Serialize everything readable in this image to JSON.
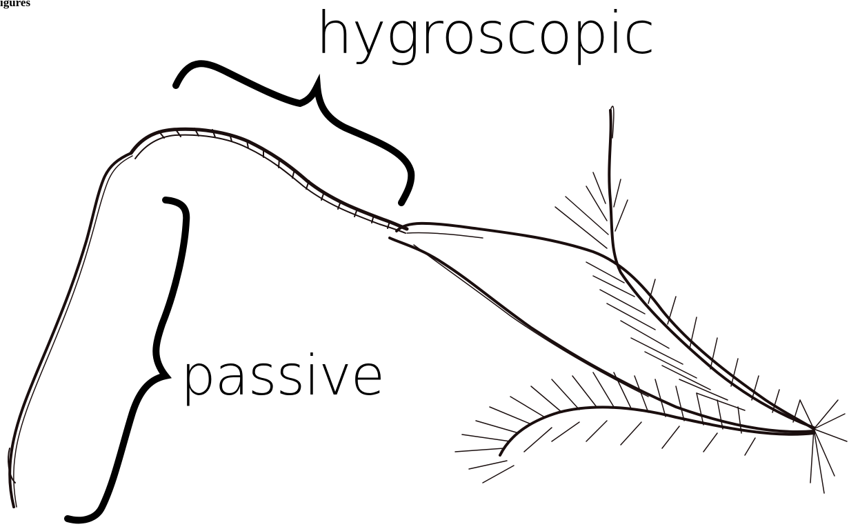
{
  "page": {
    "corner_text": "igures"
  },
  "labels": {
    "hygroscopic": "hygroscopic",
    "passive": "passive"
  },
  "colors": {
    "ink": "#1a0e0e",
    "bracket": "#000000",
    "background": "#ffffff"
  }
}
